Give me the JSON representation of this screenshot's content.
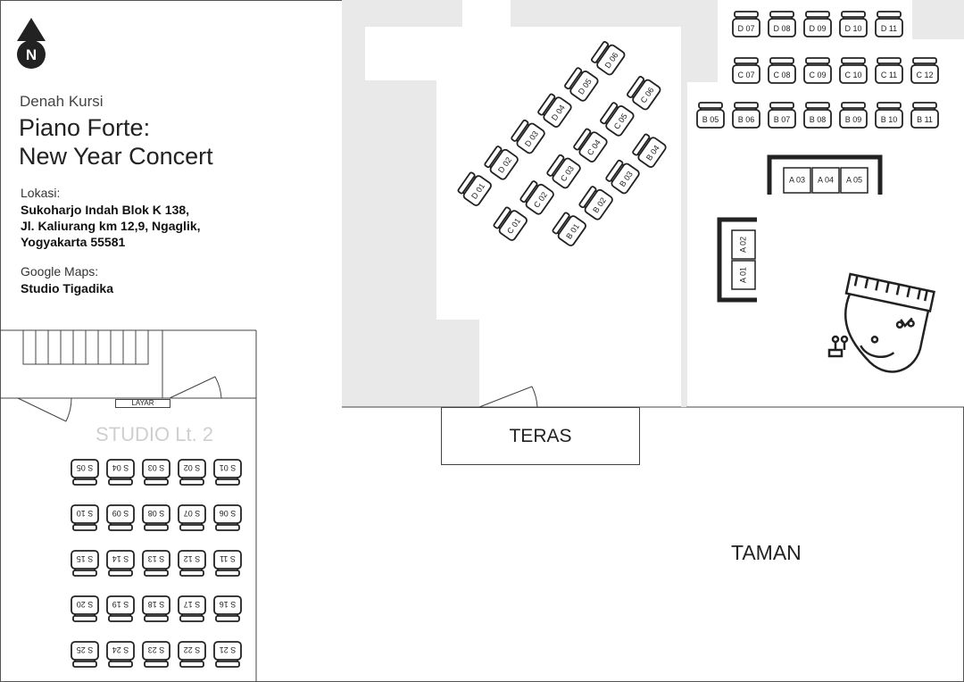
{
  "header": {
    "subtitle": "Denah Kursi",
    "title_line1": "Piano Forte:",
    "title_line2": "New Year Concert",
    "compass_letter": "N"
  },
  "location": {
    "label": "Lokasi:",
    "address_line1": "Sukoharjo Indah Blok K 138,",
    "address_line2": "Jl. Kaliurang km 12,9, Ngaglik,",
    "address_line3": "Yogyakarta 55581"
  },
  "maps": {
    "label": "Google Maps:",
    "value": "Studio Tigadika"
  },
  "areas": {
    "teras": "TERAS",
    "taman": "TAMAN",
    "studio": "STUDIO Lt. 2",
    "screen": "LAYAR"
  },
  "seats": {
    "main_hall": {
      "row_d_right": [
        "D 07",
        "D 08",
        "D 09",
        "D 10",
        "D 11"
      ],
      "row_c_right": [
        "C 07",
        "C 08",
        "C 09",
        "C 10",
        "C 11",
        "C 12"
      ],
      "row_b_right": [
        "B 05",
        "B 06",
        "B 07",
        "B 08",
        "B 09",
        "B 10",
        "B 11"
      ],
      "sofa_top": [
        "A 03",
        "A 04",
        "A 05"
      ],
      "sofa_side": [
        "A 02",
        "A 01"
      ]
    },
    "diagonal": {
      "row_d": [
        "D 01",
        "D 02",
        "D 03",
        "D 04",
        "D 05",
        "D 06"
      ],
      "row_c": [
        "C 01",
        "C 02",
        "C 03",
        "C 04",
        "C 05",
        "C 06"
      ],
      "row_b": [
        "B 01",
        "B 02",
        "B 03",
        "B 04"
      ]
    },
    "studio": [
      [
        "S 05",
        "S 04",
        "S 03",
        "S 02",
        "S 01"
      ],
      [
        "S 10",
        "S 09",
        "S 08",
        "S 07",
        "S 06"
      ],
      [
        "S 15",
        "S 14",
        "S 13",
        "S 12",
        "S 11"
      ],
      [
        "S 20",
        "S 19",
        "S 18",
        "S 17",
        "S 16"
      ],
      [
        "S 25",
        "S 24",
        "S 23",
        "S 22",
        "S 21"
      ]
    ]
  },
  "colors": {
    "wall_gray": "#e9e9e9",
    "line": "#333333",
    "faint_label": "#cfcfcf"
  }
}
